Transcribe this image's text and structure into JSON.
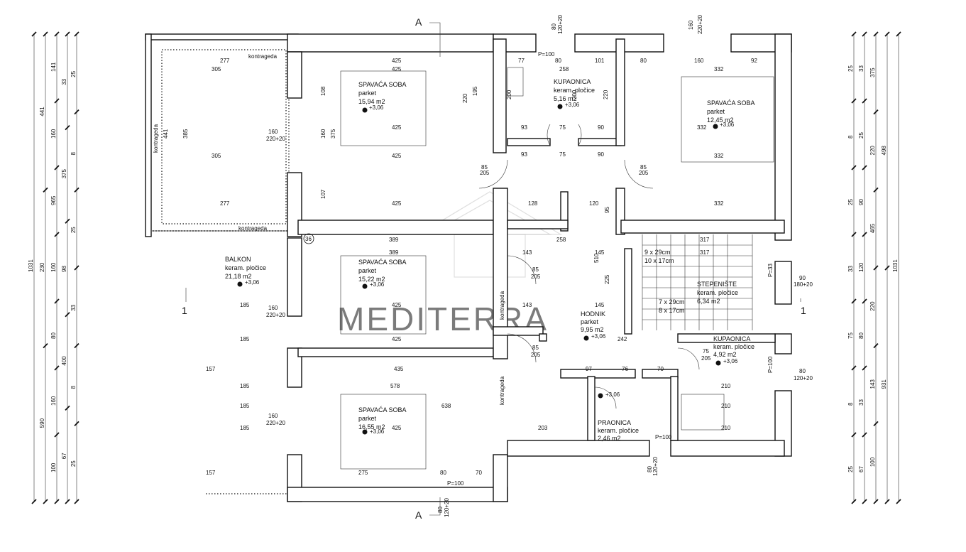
{
  "rooms": [
    {
      "id": "bed1",
      "name": "SPAVAĆA SOBA",
      "floor": "parket",
      "area": "15,94 m2",
      "level": "+3,06"
    },
    {
      "id": "bath1",
      "name": "KUPAONICA",
      "floor": "keram. pločice",
      "area": "5,16 m2",
      "level": "+3,06"
    },
    {
      "id": "bed2",
      "name": "SPAVAĆA SOBA",
      "floor": "parket",
      "area": "12,45 m2",
      "level": "+3,06"
    },
    {
      "id": "balcony",
      "name": "BALKON",
      "floor": "keram. pločice",
      "area": "21,18 m2",
      "level": "+3,06"
    },
    {
      "id": "bed3",
      "name": "SPAVAĆA SOBA",
      "floor": "parket",
      "area": "15,22 m2",
      "level": "+3,06"
    },
    {
      "id": "hall",
      "name": "HODNIK",
      "floor": "parket",
      "area": "9,95 m2",
      "level": "+3,06"
    },
    {
      "id": "stairs",
      "name": "STEPENIŠTE",
      "floor": "keram. pločice",
      "area": "6,34 m2",
      "level": ""
    },
    {
      "id": "bath2",
      "name": "KUPAONICA",
      "floor": "keram. pločice",
      "area": "4,92 m2",
      "level": "+3,06"
    },
    {
      "id": "bed4",
      "name": "SPAVAĆA SOBA",
      "floor": "parket",
      "area": "16,55 m2",
      "level": "+3,06"
    },
    {
      "id": "laundry",
      "name": "PRAONICA",
      "floor": "keram. pločice",
      "area": "2,46 m2",
      "level": "+3,06"
    }
  ],
  "labels": {
    "section_a": "A",
    "section_1": "1",
    "kontrageda_top": "kontrageda",
    "kontrageda_left": "kontrageda",
    "kontrageda_bottom": "kontrageda",
    "kontrageda_v1": "kontrageda",
    "kontrageda_v2": "kontrageda",
    "stair_upper": [
      "9 x 29cm",
      "10 x 17cm"
    ],
    "stair_lower": [
      "7 x 29cm",
      "8 x 17cm"
    ],
    "p100": "P=100",
    "p33": "P=33",
    "col_marker": "36",
    "watermark": "MEDITERRA"
  },
  "dims": [
    {
      "t": "80",
      "k": "top_w1"
    },
    {
      "t": "120+20",
      "k": "top_w1b"
    },
    {
      "t": "160",
      "k": "top_w2"
    },
    {
      "t": "220+20",
      "k": "top_w2b"
    },
    {
      "t": "277",
      "k": "d1"
    },
    {
      "t": "305",
      "k": "d2"
    },
    {
      "t": "425",
      "k": "d3"
    },
    {
      "t": "425",
      "k": "d4"
    },
    {
      "t": "77",
      "k": "d5"
    },
    {
      "t": "80",
      "k": "d6"
    },
    {
      "t": "258",
      "k": "d7"
    },
    {
      "t": "101",
      "k": "d8"
    },
    {
      "t": "80",
      "k": "d9"
    },
    {
      "t": "160",
      "k": "d10"
    },
    {
      "t": "92",
      "k": "d11"
    },
    {
      "t": "332",
      "k": "d12"
    },
    {
      "t": "441",
      "k": "d13"
    },
    {
      "t": "385",
      "k": "d14"
    },
    {
      "t": "108",
      "k": "d15"
    },
    {
      "t": "220",
      "k": "d16"
    },
    {
      "t": "195",
      "k": "d17"
    },
    {
      "t": "200",
      "k": "d18"
    },
    {
      "t": "200",
      "k": "d19"
    },
    {
      "t": "220",
      "k": "d20"
    },
    {
      "t": "160",
      "k": "d21"
    },
    {
      "t": "220+20",
      "k": "d22"
    },
    {
      "t": "160",
      "k": "d23"
    },
    {
      "t": "375",
      "k": "d24"
    },
    {
      "t": "425",
      "k": "d25"
    },
    {
      "t": "93",
      "k": "d26"
    },
    {
      "t": "75",
      "k": "d27"
    },
    {
      "t": "90",
      "k": "d28"
    },
    {
      "t": "332",
      "k": "d29"
    },
    {
      "t": "305",
      "k": "d30"
    },
    {
      "t": "425",
      "k": "d31"
    },
    {
      "t": "93",
      "k": "d32"
    },
    {
      "t": "75",
      "k": "d33"
    },
    {
      "t": "90",
      "k": "d34"
    },
    {
      "t": "332",
      "k": "d35"
    },
    {
      "t": "85",
      "k": "d36"
    },
    {
      "t": "205",
      "k": "d37"
    },
    {
      "t": "85",
      "k": "d38"
    },
    {
      "t": "205",
      "k": "d39"
    },
    {
      "t": "107",
      "k": "d40"
    },
    {
      "t": "277",
      "k": "d41"
    },
    {
      "t": "425",
      "k": "d42"
    },
    {
      "t": "128",
      "k": "d43"
    },
    {
      "t": "120",
      "k": "d44"
    },
    {
      "t": "332",
      "k": "d45"
    },
    {
      "t": "389",
      "k": "d46"
    },
    {
      "t": "389",
      "k": "d47"
    },
    {
      "t": "143",
      "k": "d48"
    },
    {
      "t": "258",
      "k": "d49"
    },
    {
      "t": "145",
      "k": "d50"
    },
    {
      "t": "317",
      "k": "d51"
    },
    {
      "t": "317",
      "k": "d52"
    },
    {
      "t": "185",
      "k": "d53"
    },
    {
      "t": "160",
      "k": "d54"
    },
    {
      "t": "220+20",
      "k": "d55"
    },
    {
      "t": "185",
      "k": "d56"
    },
    {
      "t": "425",
      "k": "d57"
    },
    {
      "t": "143",
      "k": "d58"
    },
    {
      "t": "145",
      "k": "d59"
    },
    {
      "t": "425",
      "k": "d60"
    },
    {
      "t": "157",
      "k": "d61"
    },
    {
      "t": "435",
      "k": "d62"
    },
    {
      "t": "97",
      "k": "d63"
    },
    {
      "t": "76",
      "k": "d64"
    },
    {
      "t": "70",
      "k": "d65"
    },
    {
      "t": "210",
      "k": "d66"
    },
    {
      "t": "185",
      "k": "d67"
    },
    {
      "t": "578",
      "k": "d68"
    },
    {
      "t": "185",
      "k": "d69"
    },
    {
      "t": "638",
      "k": "d70"
    },
    {
      "t": "185",
      "k": "d71"
    },
    {
      "t": "425",
      "k": "d72"
    },
    {
      "t": "203",
      "k": "d73"
    },
    {
      "t": "210",
      "k": "d74"
    },
    {
      "t": "210",
      "k": "d75"
    },
    {
      "t": "157",
      "k": "d76"
    },
    {
      "t": "275",
      "k": "d77"
    },
    {
      "t": "80",
      "k": "d78"
    },
    {
      "t": "70",
      "k": "d79"
    },
    {
      "t": "90",
      "k": "d80"
    },
    {
      "t": "180+20",
      "k": "d81"
    },
    {
      "t": "80",
      "k": "d82"
    },
    {
      "t": "120+20",
      "k": "d83"
    },
    {
      "t": "80",
      "k": "d84"
    },
    {
      "t": "120+20",
      "k": "d85"
    },
    {
      "t": "80",
      "k": "d86"
    },
    {
      "t": "120+20",
      "k": "d87"
    },
    {
      "t": "242",
      "k": "d88"
    },
    {
      "t": "510",
      "k": "d89"
    },
    {
      "t": "225",
      "k": "d90"
    },
    {
      "t": "95",
      "k": "d91"
    },
    {
      "t": "85",
      "k": "d92"
    },
    {
      "t": "205",
      "k": "d93"
    },
    {
      "t": "85",
      "k": "d94"
    },
    {
      "t": "205",
      "k": "d95"
    },
    {
      "t": "75",
      "k": "d96"
    },
    {
      "t": "205",
      "k": "d97"
    },
    {
      "t": "160",
      "k": "d98"
    },
    {
      "t": "220+20",
      "k": "d99"
    }
  ],
  "left_chain": {
    "outer": [
      "1031"
    ],
    "mid": [
      "441",
      "230",
      "590"
    ],
    "inner1": [
      "141",
      "160",
      "965",
      "160",
      "80",
      "160",
      "100"
    ],
    "inner2": [
      "33",
      "375",
      "98",
      "400",
      "67"
    ],
    "inner3": [
      "25",
      "8",
      "25",
      "33",
      "8",
      "25"
    ]
  },
  "right_chain": {
    "outer": [
      "1031"
    ],
    "mid": [
      "498",
      "931"
    ],
    "inner1": [
      "375",
      "220",
      "465",
      "220",
      "143",
      "100"
    ],
    "inner2": [
      "33",
      "25",
      "90",
      "120",
      "80",
      "33",
      "67"
    ],
    "inner3": [
      "25",
      "8",
      "25",
      "33",
      "75",
      "8",
      "25"
    ]
  }
}
